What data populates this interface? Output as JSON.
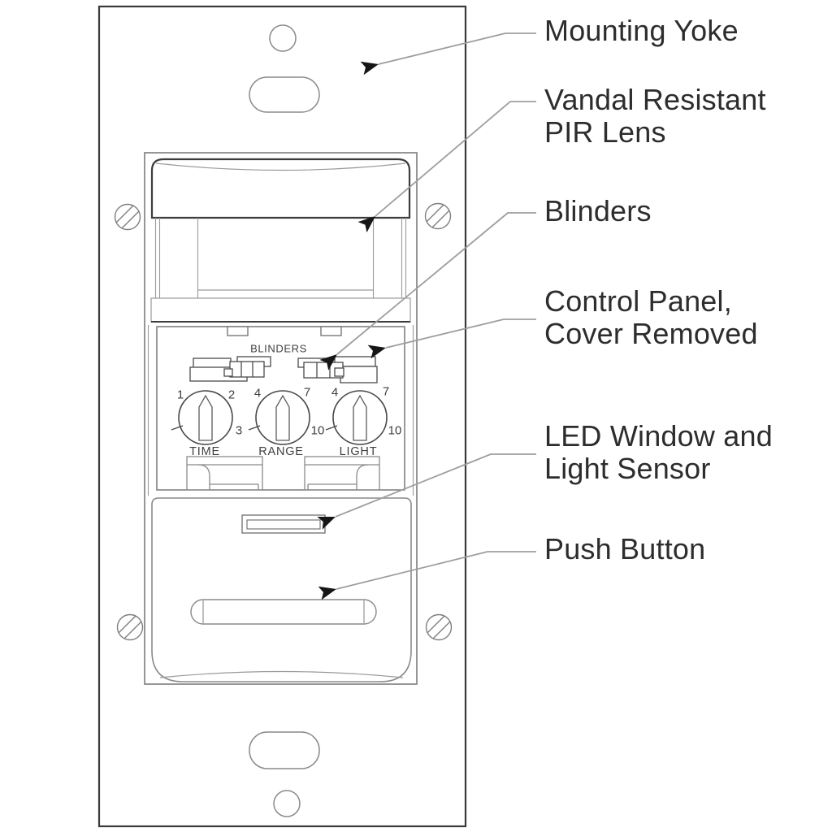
{
  "diagram_type": "occupancy-sensor wall switch, labeled parts diagram",
  "callouts": {
    "mounting_yoke": {
      "line1": "Mounting Yoke"
    },
    "pir_lens": {
      "line1": "Vandal Resistant",
      "line2": "PIR Lens"
    },
    "blinders": {
      "line1": "Blinders"
    },
    "control_panel": {
      "line1": "Control Panel,",
      "line2": "Cover Removed"
    },
    "led_window": {
      "line1": "LED Window and",
      "line2": "Light Sensor"
    },
    "push_button": {
      "line1": "Push Button"
    }
  },
  "panel": {
    "blinders_label": "BLINDERS",
    "dials": [
      {
        "name": "TIME",
        "ticks": [
          "1",
          "2",
          "3"
        ]
      },
      {
        "name": "RANGE",
        "ticks": [
          "4",
          "7",
          "10"
        ]
      },
      {
        "name": "LIGHT",
        "ticks": [
          "4",
          "7",
          "10"
        ]
      }
    ]
  },
  "colors": {
    "plate_outline": "#3a3a3a",
    "line_gray": "#8a8a8a",
    "line_light": "#9a9a9a",
    "detail_dark": "#3d3d3d",
    "control_stroke": "#4a4a4a",
    "leader": "#9e9e9e",
    "arrowhead": "#161616",
    "label_text": "#2d2d2d",
    "panel_text": "#3f3f3f"
  }
}
